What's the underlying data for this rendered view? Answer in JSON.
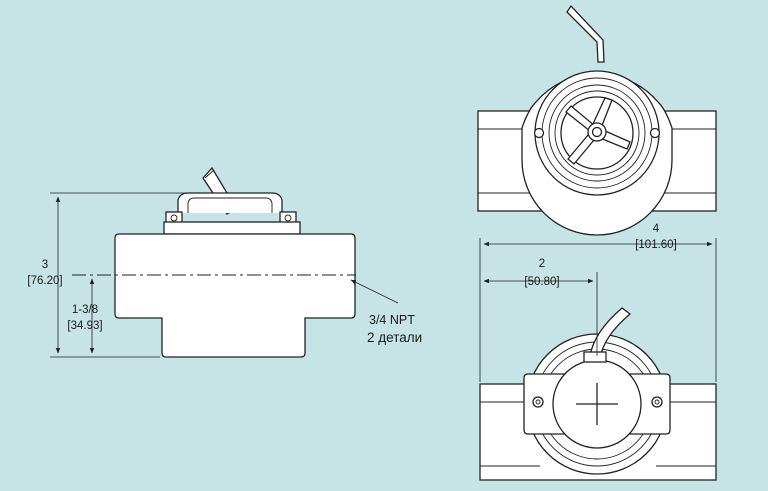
{
  "dimensions": {
    "height_in": "3",
    "height_mm": "[76.20]",
    "center_in": "1-3/8",
    "center_mm": "[34.93]",
    "length_in": "4",
    "length_mm": "[101.60]",
    "half_in": "2",
    "half_mm": "[50.80]"
  },
  "callout": {
    "thread": "3/4 NPT",
    "qty": "2 детали"
  },
  "colors": {
    "background": "#c6e4e6",
    "line": "#222222",
    "part_fill": "#ffffff"
  }
}
